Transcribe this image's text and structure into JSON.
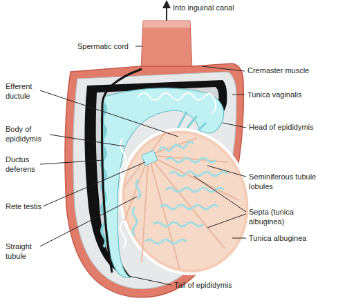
{
  "diagram": {
    "labels": [
      "Into inguinal canal",
      "Spermatic cord",
      "Cremaster muscle",
      "Tunica vaginalis",
      "Efferent ductule",
      "Head of epididymis",
      "Body of epididymis",
      "Seminiferous tubule lobules",
      "Ductus deferens",
      "Septa (tunica albuginea)",
      "Rete testis",
      "Tunica albuginea",
      "Straight tubule",
      "Tail of epididymis"
    ]
  }
}
